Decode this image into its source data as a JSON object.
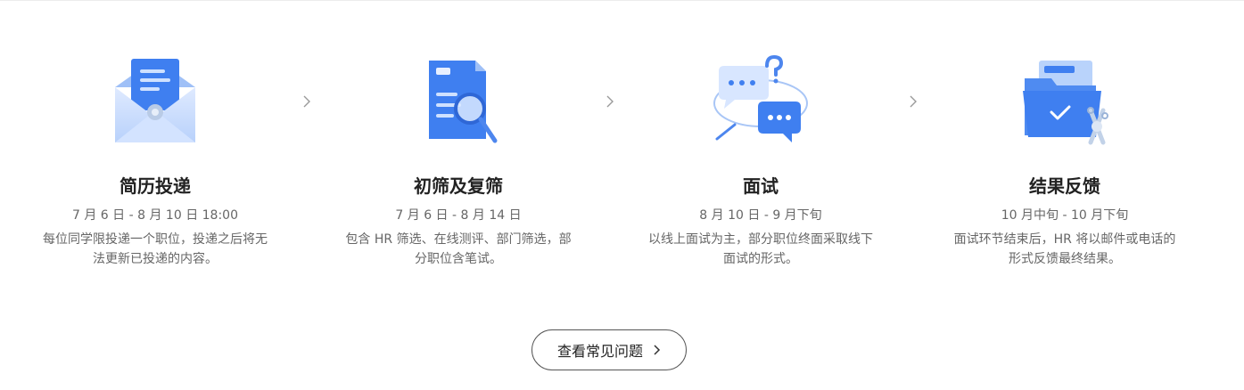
{
  "steps": [
    {
      "title": "简历投递",
      "date": "7 月 6 日 - 8 月 10 日 18:00",
      "desc": "每位同学限投递一个职位，投递之后将无法更新已投递的内容。",
      "icon": "envelope-icon"
    },
    {
      "title": "初筛及复筛",
      "date": "7 月 6 日 - 8 月 14 日",
      "desc": "包含 HR 筛选、在线测评、部门筛选，部分职位含笔试。",
      "icon": "document-search-icon"
    },
    {
      "title": "面试",
      "date": "8 月 10 日 - 9 月下旬",
      "desc": "以线上面试为主，部分职位终面采取线下面试的形式。",
      "icon": "chat-bubbles-icon"
    },
    {
      "title": "结果反馈",
      "date": "10 月中旬 - 10 月下旬",
      "desc": "面试环节结束后，HR 将以邮件或电话的形式反馈最终结果。",
      "icon": "folder-check-icon"
    }
  ],
  "faq_button": {
    "label": "查看常见问题"
  },
  "colors": {
    "accent": "#3f7ff0",
    "light": "#cfe1ff",
    "text": "#222222",
    "muted": "#666666"
  }
}
